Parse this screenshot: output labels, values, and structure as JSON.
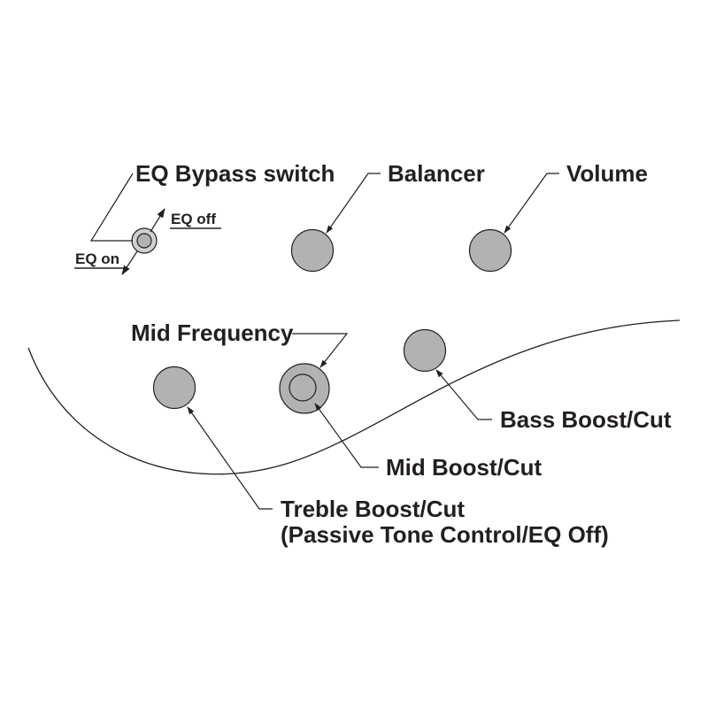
{
  "labels": {
    "eq_bypass_switch": "EQ Bypass switch",
    "eq_off": "EQ off",
    "eq_on": "EQ on",
    "balancer": "Balancer",
    "volume": "Volume",
    "mid_frequency": "Mid Frequency",
    "bass": "Bass Boost/Cut",
    "mid": "Mid Boost/Cut",
    "treble_line1": "Treble Boost/Cut",
    "treble_line2": "(Passive Tone Control/EQ Off)"
  },
  "colors": {
    "knob_fill": "#b2b2b2",
    "line": "#231f20"
  }
}
